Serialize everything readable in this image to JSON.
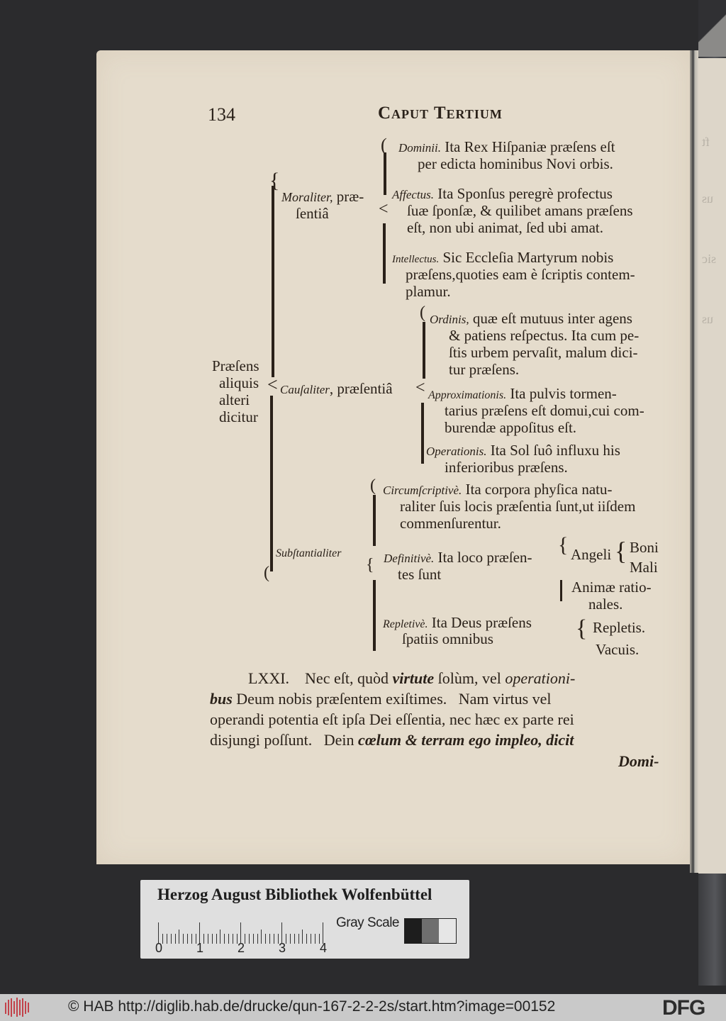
{
  "page": {
    "page_number": "134",
    "running_head": "Caput Tertium",
    "root_label": [
      "Præſens",
      "aliquis",
      "alteri",
      "dicitur"
    ],
    "branches": {
      "moraliter": {
        "label_italic": "Moraliter,",
        "label_rest": " præ-",
        "label_line2": "ſentiâ",
        "items": [
          {
            "term": "Dominii.",
            "text": [
              "Ita Rex Hiſpaniæ præſens eſt",
              "per edicta hominibus Novi orbis."
            ]
          },
          {
            "term": "Affectus.",
            "text": [
              "Ita Sponſus peregrè profectus",
              "ſuæ ſponſæ, & quilibet amans præſens",
              "eſt, non ubi animat, ſed ubi amat."
            ]
          },
          {
            "term": "Intellectus.",
            "text": [
              "Sic Eccleſia Martyrum nobis",
              "præſens,quoties eam è ſcriptis contem-",
              "plamur."
            ]
          }
        ]
      },
      "causaliter": {
        "label_italic": "Cauſaliter",
        "label_rest": ", præſentiâ",
        "items": [
          {
            "term": "Ordinis,",
            "text": [
              "quæ eſt mutuus inter agens",
              "& patiens reſpectus. Ita cum pe-",
              "ſtis urbem pervaſit, malum dici-",
              "tur præſens."
            ]
          },
          {
            "term": "Approximationis.",
            "text": [
              "Ita pulvis tormen-",
              "tarius præſens eſt domui,cui com-",
              "burendæ appoſitus eſt."
            ]
          },
          {
            "term": "Operationis.",
            "text": [
              "Ita Sol ſuô influxu his",
              "inferioribus præſens."
            ]
          }
        ]
      },
      "substantialiter": {
        "label_italic": "Subſtantialiter",
        "items": [
          {
            "term": "Circumſcriptivè.",
            "text": [
              "Ita corpora phyſica natu-",
              "raliter ſuis locis præſentia ſunt,ut iiſdem",
              "commenſurentur."
            ]
          },
          {
            "term": "Definitivè.",
            "text": [
              "Ita loco præſen-",
              "tes ſunt"
            ],
            "sub": {
              "angeli": "Angeli",
              "angeli_kinds": [
                "Boni",
                "Mali"
              ],
              "animae": [
                "Animæ ratio-",
                "nales."
              ]
            }
          },
          {
            "term": "Repletivè.",
            "text": [
              "Ita Deus præſens",
              "ſpatiis omnibus"
            ],
            "sub": [
              "Repletis.",
              "Vacuis."
            ]
          }
        ]
      }
    },
    "paragraph": {
      "number": "LXXI.",
      "lines": [
        [
          "Nec eſt, quòd ",
          "virtute",
          " ſolùm, vel ",
          "operationi-"
        ],
        [
          "bus",
          " Deum nobis præſentem exiſtimes.   Nam virtus vel"
        ],
        [
          "operandi potentia eſt ipſa Dei eſſentia, nec hæc ex parte rei"
        ],
        [
          "disjungi poſſunt.   Dein ",
          "cœlum & terram ego impleo, dicit"
        ]
      ],
      "catchword": "Domi-"
    }
  },
  "label_card": {
    "title": "Herzog August Bibliothek Wolfenbüttel",
    "ruler_numbers": [
      "0",
      "1",
      "2",
      "3",
      "4"
    ],
    "gray_scale_label": "Gray Scale",
    "gray_colors": [
      "#1d1d1d",
      "#6f6f6f",
      "#e6e6e6"
    ]
  },
  "footer": {
    "copyright_url": "© HAB http://diglib.hab.de/drucke/qun-167-2-2-2s/start.htm?image=00152",
    "sponsor_logo": "DFG"
  },
  "colors": {
    "paper": "#e5dccc",
    "ink": "#2a2119",
    "background": "#2b2b2d",
    "footer_bar": "#c9c9c9",
    "logo_red": "#c0202a"
  }
}
